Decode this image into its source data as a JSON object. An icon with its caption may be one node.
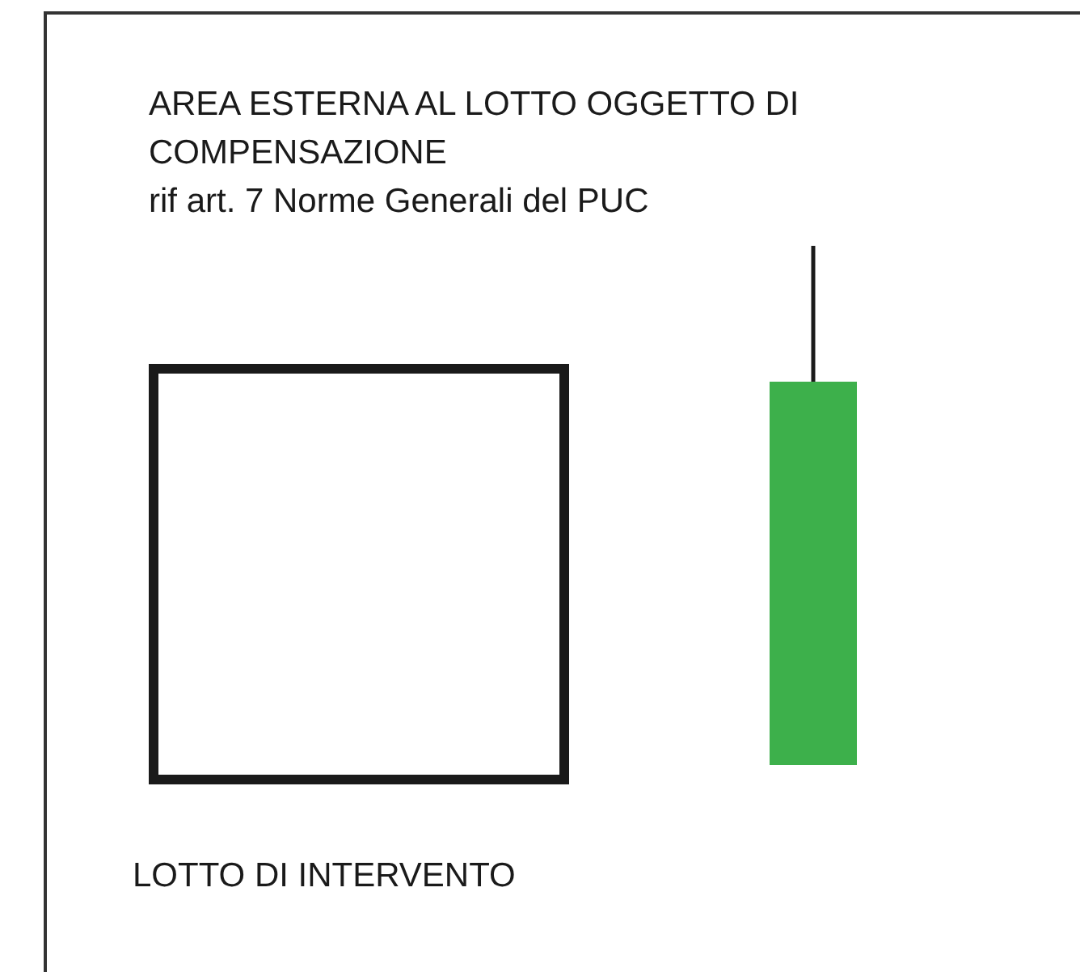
{
  "diagram": {
    "nodes": [
      {
        "text": [
          "AREA ESTERNA AL LOTTO OGGETTO DI COMPENSAZIONE",
          "rif art. 7 Norme Generali del PUC"
        ]
      },
      {
        "text": [],
        "shape": "bar"
      },
      {
        "text": [
          "LOTTO DI INTERVENTO"
        ]
      }
    ],
    "edges": [
      {
        "from": 0,
        "to": 1,
        "arrow": "none"
      }
    ]
  }
}
